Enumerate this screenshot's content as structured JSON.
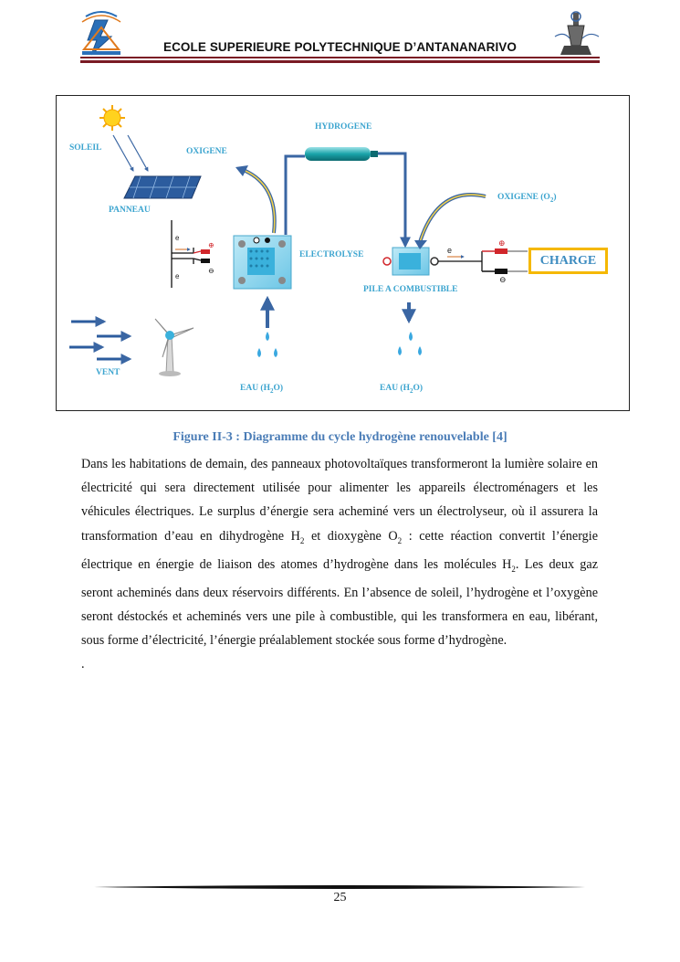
{
  "header": {
    "title": "ECOLE SUPERIEURE POLYTECHNIQUE D’ANTANANARIVO"
  },
  "figure": {
    "labels": {
      "soleil": "SOLEIL",
      "oxigene": "OXIGENE",
      "panneau": "PANNEAU",
      "hydrogene": "HYDROGENE",
      "electrolyse": "ELECTROLYSE",
      "oxigene_o2_prefix": "OXIGENE (O",
      "oxigene_o2_sub": "2",
      "oxigene_o2_suffix": ")",
      "pile": "PILE A COMBUSTIBLE",
      "vent": "VENT",
      "eau_prefix": "EAU (H",
      "eau_sub": "2",
      "eau_suffix": "O)",
      "charge": "CHARGE",
      "electron": "e",
      "plus": "⊕",
      "minus": "⊖"
    },
    "caption": "Figure II-3 : Diagramme du cycle hydrogène renouvelable [4]"
  },
  "body": {
    "p1_a": "Dans les habitations de demain, des panneaux photovoltaïques transformeront la lumière solaire en électricité qui sera directement utilisée pour alimenter les appareils électroménagers et les véhicules électriques. Le surplus d’énergie sera acheminé vers un électrolyseur, où il assurera la transformation d’eau en dihydrogène H",
    "p1_sub1": "2",
    "p1_b": " et dioxygène O",
    "p1_sub2": "2",
    "p1_c": " : cette réaction convertit l’énergie électrique en énergie de liaison des atomes d’hydrogène dans les molécules H",
    "p1_sub3": "2",
    "p1_d": ". Les deux gaz seront acheminés dans deux réservoirs différents. En l’absence de soleil, l’hydrogène et l’oxygène seront déstockés et acheminés vers une pile à combustible, qui les transformera en eau, libérant, sous forme d’électricité, l’énergie préalablement stockée sous forme d’hydrogène.",
    "trailing_dot": "."
  },
  "footer": {
    "page_number": "25"
  },
  "colors": {
    "header_rule": "#7a1b24",
    "label_blue": "#3ba4cf",
    "caption_blue": "#4a7cb6",
    "arrow_blue": "#3a66a3",
    "charge_border": "#f5b800"
  }
}
